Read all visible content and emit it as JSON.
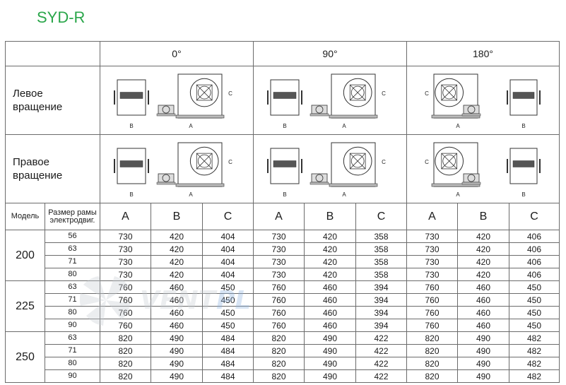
{
  "title": "SYD-R",
  "orientations": [
    "0°",
    "90°",
    "180°"
  ],
  "row_labels": {
    "left": [
      "Левое",
      "вращение"
    ],
    "right": [
      "Правое",
      "вращение"
    ]
  },
  "dim_letters": {
    "a": "A",
    "b": "B",
    "c": "C"
  },
  "table_headers": {
    "model": "Модель",
    "frame": [
      "Размер рамы",
      "электродвиг."
    ],
    "cols": [
      "A",
      "B",
      "C",
      "A",
      "B",
      "C",
      "A",
      "B",
      "C"
    ]
  },
  "groups": [
    {
      "model": "200",
      "rows": [
        {
          "frame": "56",
          "values": [
            "730",
            "420",
            "404",
            "730",
            "420",
            "358",
            "730",
            "420",
            "406"
          ]
        },
        {
          "frame": "63",
          "values": [
            "730",
            "420",
            "404",
            "730",
            "420",
            "358",
            "730",
            "420",
            "406"
          ]
        },
        {
          "frame": "71",
          "values": [
            "730",
            "420",
            "404",
            "730",
            "420",
            "358",
            "730",
            "420",
            "406"
          ]
        },
        {
          "frame": "80",
          "values": [
            "730",
            "420",
            "404",
            "730",
            "420",
            "358",
            "730",
            "420",
            "406"
          ]
        }
      ]
    },
    {
      "model": "225",
      "rows": [
        {
          "frame": "63",
          "values": [
            "760",
            "460",
            "450",
            "760",
            "460",
            "394",
            "760",
            "460",
            "450"
          ]
        },
        {
          "frame": "71",
          "values": [
            "760",
            "460",
            "450",
            "760",
            "460",
            "394",
            "760",
            "460",
            "450"
          ]
        },
        {
          "frame": "80",
          "values": [
            "760",
            "460",
            "450",
            "760",
            "460",
            "394",
            "760",
            "460",
            "450"
          ]
        },
        {
          "frame": "90",
          "values": [
            "760",
            "460",
            "450",
            "760",
            "460",
            "394",
            "760",
            "460",
            "450"
          ]
        }
      ]
    },
    {
      "model": "250",
      "rows": [
        {
          "frame": "63",
          "values": [
            "820",
            "490",
            "484",
            "820",
            "490",
            "422",
            "820",
            "490",
            "482"
          ]
        },
        {
          "frame": "71",
          "values": [
            "820",
            "490",
            "484",
            "820",
            "490",
            "422",
            "820",
            "490",
            "482"
          ]
        },
        {
          "frame": "80",
          "values": [
            "820",
            "490",
            "484",
            "820",
            "490",
            "422",
            "820",
            "490",
            "482"
          ]
        },
        {
          "frame": "90",
          "values": [
            "820",
            "490",
            "484",
            "820",
            "490",
            "422",
            "820",
            "490",
            "482"
          ]
        }
      ]
    }
  ]
}
